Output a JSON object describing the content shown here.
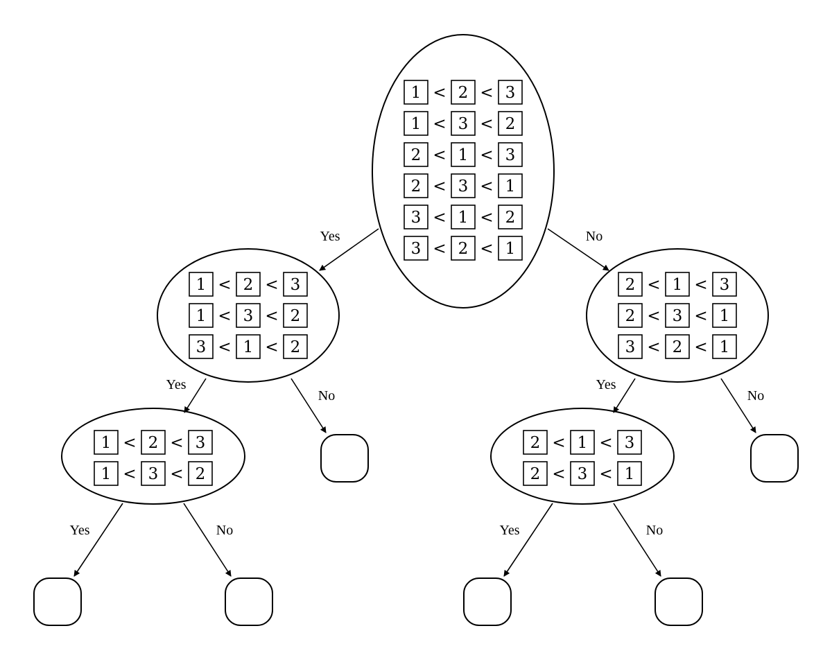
{
  "diagram": {
    "comparator_symbol": "<",
    "root": {
      "orderings": [
        [
          "1",
          "2",
          "3"
        ],
        [
          "1",
          "3",
          "2"
        ],
        [
          "2",
          "1",
          "3"
        ],
        [
          "2",
          "3",
          "1"
        ],
        [
          "3",
          "1",
          "2"
        ],
        [
          "3",
          "2",
          "1"
        ]
      ]
    },
    "left": {
      "orderings": [
        [
          "1",
          "2",
          "3"
        ],
        [
          "1",
          "3",
          "2"
        ],
        [
          "3",
          "1",
          "2"
        ]
      ]
    },
    "right": {
      "orderings": [
        [
          "2",
          "1",
          "3"
        ],
        [
          "2",
          "3",
          "1"
        ],
        [
          "3",
          "2",
          "1"
        ]
      ]
    },
    "left_left": {
      "orderings": [
        [
          "1",
          "2",
          "3"
        ],
        [
          "1",
          "3",
          "2"
        ]
      ]
    },
    "right_left": {
      "orderings": [
        [
          "2",
          "1",
          "3"
        ],
        [
          "2",
          "3",
          "1"
        ]
      ]
    },
    "edge_labels": {
      "root_left": "Yes",
      "root_right": "No",
      "left_left": "Yes",
      "left_right": "No",
      "right_left": "Yes",
      "right_right": "No",
      "ll_left": "Yes",
      "ll_right": "No",
      "rl_left": "Yes",
      "rl_right": "No"
    }
  }
}
